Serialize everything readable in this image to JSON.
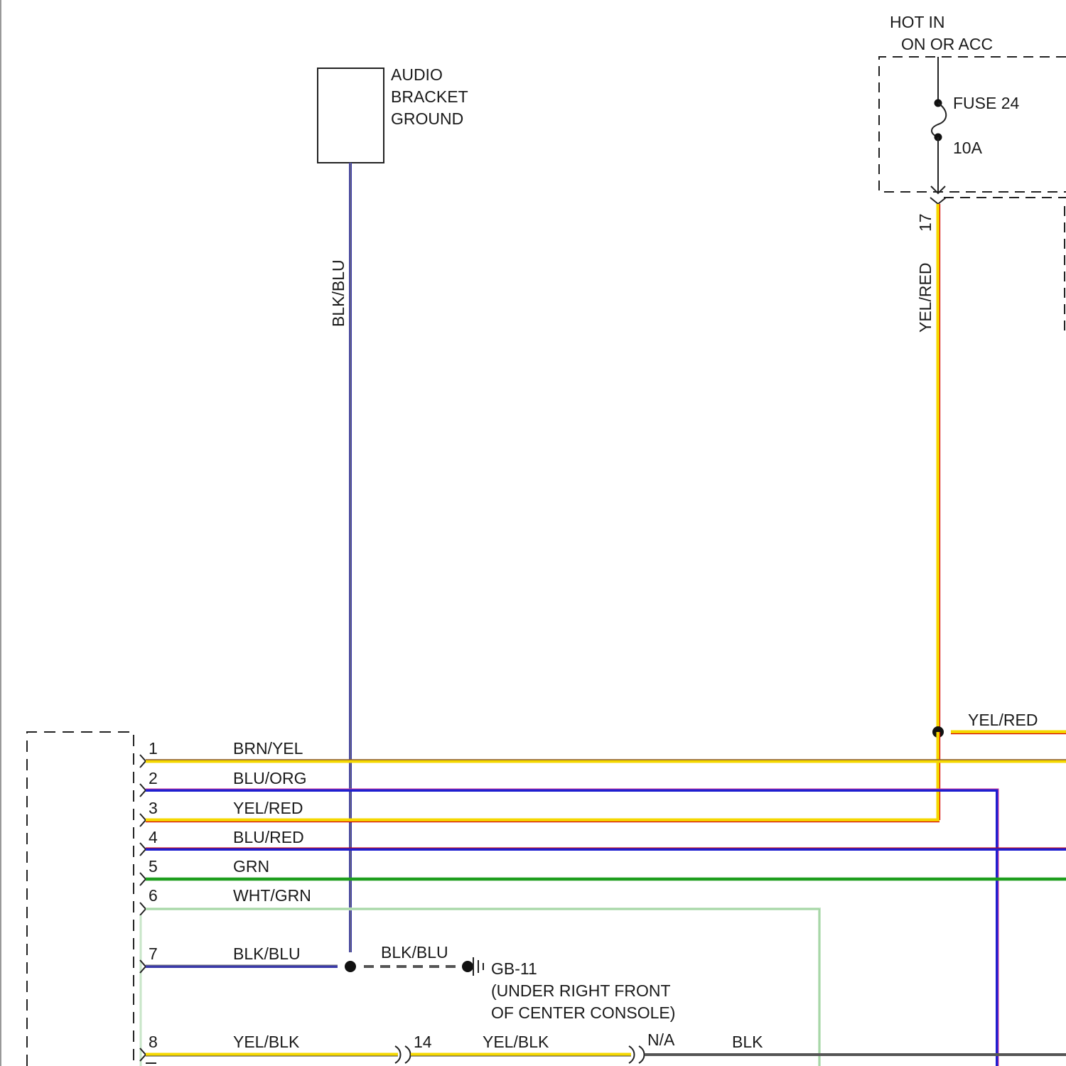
{
  "ground_component": {
    "label_lines": [
      "AUDIO",
      "BRACKET",
      "GROUND"
    ],
    "wire_color_label": "BLK/BLU"
  },
  "fuse_box": {
    "header_lines": [
      "HOT IN",
      "ON OR ACC"
    ],
    "fuse_name": "FUSE 24",
    "fuse_rating": "10A",
    "output_pin": "17",
    "output_wire": "YEL/RED"
  },
  "junction": {
    "branch_wire": "YEL/RED"
  },
  "connector_pins": [
    {
      "pin": "1",
      "wire": "BRN/YEL"
    },
    {
      "pin": "2",
      "wire": "BLU/ORG"
    },
    {
      "pin": "3",
      "wire": "YEL/RED"
    },
    {
      "pin": "4",
      "wire": "BLU/RED"
    },
    {
      "pin": "5",
      "wire": "GRN"
    },
    {
      "pin": "6",
      "wire": "WHT/GRN"
    },
    {
      "pin": "7",
      "wire": "BLK/BLU"
    },
    {
      "pin": "8",
      "wire": "YEL/BLK"
    }
  ],
  "ground_point": {
    "wire": "BLK/BLU",
    "id": "GB-11",
    "location_lines": [
      "(UNDER RIGHT FRONT",
      "OF CENTER CONSOLE)"
    ]
  },
  "inline_connectors": {
    "first_pin": "14",
    "first_wire": "YEL/BLK",
    "second_pin": "N/A",
    "second_wire": "BLK"
  },
  "wire_colors": {
    "yellow": "#f5d800",
    "red": "#d40000",
    "blue": "#1f1fd0",
    "dark_blue": "#3a3aa8",
    "green": "#1e9e1e",
    "light_green": "#a8d8a8",
    "brown": "#8b5a2b",
    "gray": "#555555"
  }
}
